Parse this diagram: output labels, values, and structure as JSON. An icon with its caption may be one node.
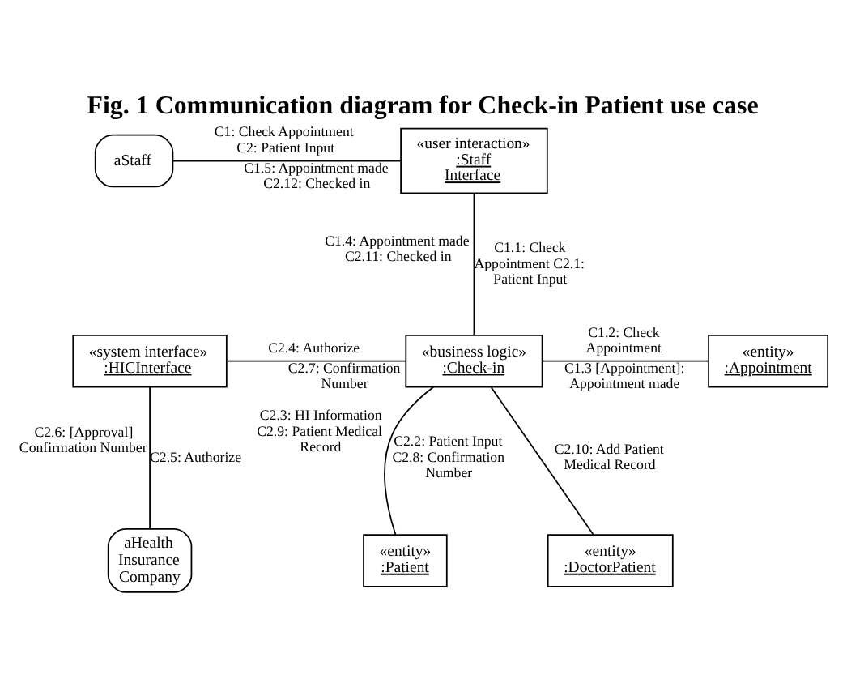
{
  "diagram": {
    "title": "Fig. 1 Communication diagram for Check-in Patient use case",
    "nodes": [
      {
        "text": [
          "aStaff"
        ]
      },
      {
        "text": [
          "«user interaction»",
          ":Staff Interface"
        ]
      },
      {
        "text": [
          "«system interface»",
          ":HICInterface"
        ]
      },
      {
        "text": [
          "«business logic»",
          ":Check-in"
        ]
      },
      {
        "text": [
          "«entity»",
          ":Appointment"
        ]
      },
      {
        "text": [
          "aHealth Insurance Company"
        ]
      },
      {
        "text": [
          "«entity»",
          ":Patient"
        ]
      },
      {
        "text": [
          "«entity»",
          ":DoctorPatient"
        ]
      }
    ],
    "edges": [
      {
        "from": 0,
        "to": 1,
        "arrow": "none"
      },
      {
        "from": 1,
        "to": 3,
        "arrow": "none"
      },
      {
        "from": 3,
        "to": 2,
        "arrow": "none"
      },
      {
        "from": 3,
        "to": 4,
        "arrow": "none"
      },
      {
        "from": 2,
        "to": 5,
        "arrow": "none"
      },
      {
        "from": 3,
        "to": 6,
        "arrow": "none"
      },
      {
        "from": 3,
        "to": 7,
        "arrow": "none"
      }
    ],
    "labels": [
      "C1: Check Appointment C2: Patient Input",
      "C1.5: Appointment made C2.12: Checked in",
      "C1.1: Check Appointment C2.1: Patient Input",
      "C1.4: Appointment made C2.11: Checked in",
      "C2.4: Authorize",
      "C1.2: Check Appointment",
      "C2.7: Confirmation Number",
      "C1.3 [Appointment]: Appointment made",
      "C2.5: Authorize",
      "C2.6: [Approval] Confirmation Number",
      "C2.10: Add Patient Medical Record",
      "C2.2: Patient Input C2.8: Confirmation Number",
      "C2.3: HI Information C2.9: Patient Medical Record"
    ]
  }
}
